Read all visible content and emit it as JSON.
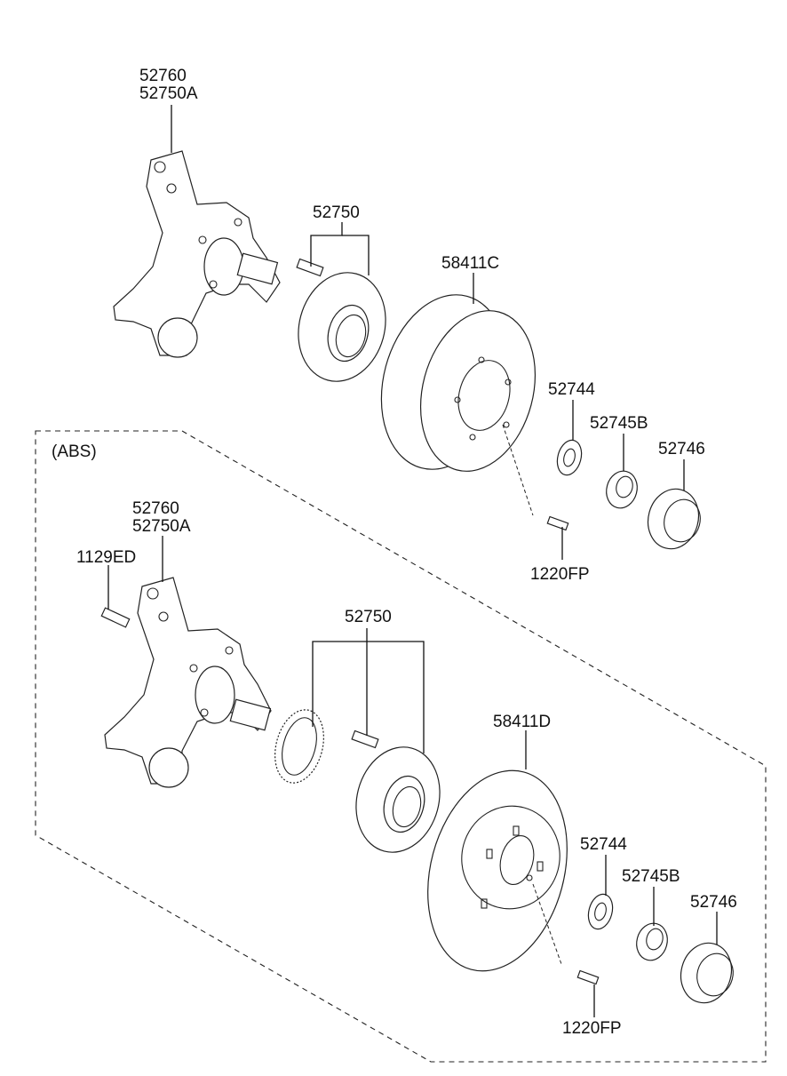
{
  "labels": {
    "top_knuckle_a": "52760",
    "top_knuckle_b": "52750A",
    "top_hub": "52750",
    "top_drum": "58411C",
    "top_washer": "52744",
    "top_nut": "52745B",
    "top_cap": "52746",
    "top_bolt": "1220FP",
    "abs_section": "(ABS)",
    "abs_knuckle_a": "52760",
    "abs_knuckle_b": "52750A",
    "abs_bolt_small": "1129ED",
    "abs_hub": "52750",
    "abs_disc": "58411D",
    "abs_washer": "52744",
    "abs_nut": "52745B",
    "abs_cap": "52746",
    "abs_bolt": "1220FP"
  }
}
